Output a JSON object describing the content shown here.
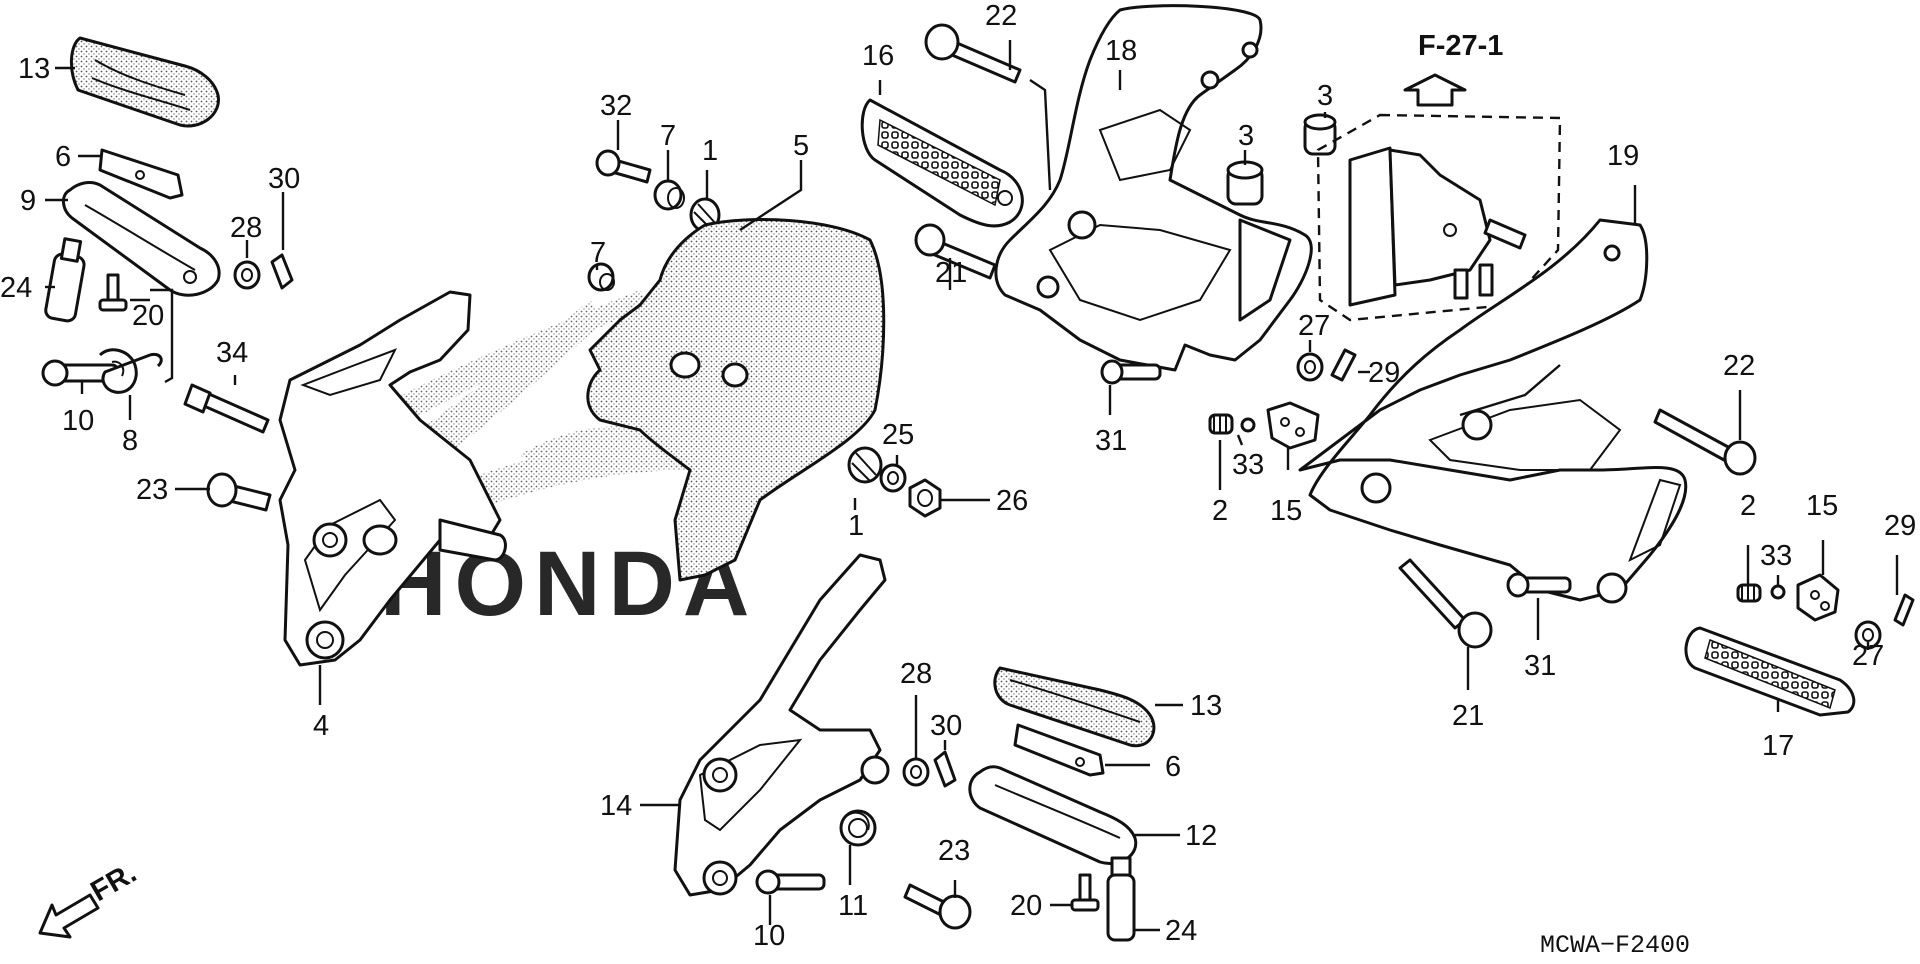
{
  "diagram": {
    "reference": "F-27-1",
    "diagram_code": "MCWA−F2400",
    "direction_label": "FR.",
    "watermark": "HONDA",
    "colors": {
      "line": "#111111",
      "background": "#ffffff",
      "stipple": "#555555"
    },
    "callouts": [
      {
        "id": "c13a",
        "text": "13"
      },
      {
        "id": "c6a",
        "text": "6"
      },
      {
        "id": "c9",
        "text": "9"
      },
      {
        "id": "c24a",
        "text": "24"
      },
      {
        "id": "c20a",
        "text": "20"
      },
      {
        "id": "c28a",
        "text": "28"
      },
      {
        "id": "c30a",
        "text": "30"
      },
      {
        "id": "c10a",
        "text": "10"
      },
      {
        "id": "c8",
        "text": "8"
      },
      {
        "id": "c34",
        "text": "34"
      },
      {
        "id": "c23a",
        "text": "23"
      },
      {
        "id": "c4",
        "text": "4"
      },
      {
        "id": "c32",
        "text": "32"
      },
      {
        "id": "c7a",
        "text": "7"
      },
      {
        "id": "c1a",
        "text": "1"
      },
      {
        "id": "c5",
        "text": "5"
      },
      {
        "id": "c7b",
        "text": "7"
      },
      {
        "id": "c25",
        "text": "25"
      },
      {
        "id": "c1b",
        "text": "1"
      },
      {
        "id": "c26",
        "text": "26"
      },
      {
        "id": "c16",
        "text": "16"
      },
      {
        "id": "c22a",
        "text": "22"
      },
      {
        "id": "c18",
        "text": "18"
      },
      {
        "id": "c21a",
        "text": "21"
      },
      {
        "id": "c31a",
        "text": "31"
      },
      {
        "id": "c3a",
        "text": "3"
      },
      {
        "id": "c3b",
        "text": "3"
      },
      {
        "id": "c27a",
        "text": "27"
      },
      {
        "id": "c29a",
        "text": "29"
      },
      {
        "id": "c33a",
        "text": "33"
      },
      {
        "id": "c2a",
        "text": "2"
      },
      {
        "id": "c15a",
        "text": "15"
      },
      {
        "id": "c19",
        "text": "19"
      },
      {
        "id": "c22b",
        "text": "22"
      },
      {
        "id": "c2b",
        "text": "2"
      },
      {
        "id": "c33b",
        "text": "33"
      },
      {
        "id": "c15b",
        "text": "15"
      },
      {
        "id": "c29b",
        "text": "29"
      },
      {
        "id": "c27b",
        "text": "27"
      },
      {
        "id": "c17",
        "text": "17"
      },
      {
        "id": "c21b",
        "text": "21"
      },
      {
        "id": "c31b",
        "text": "31"
      },
      {
        "id": "c28b",
        "text": "28"
      },
      {
        "id": "c30b",
        "text": "30"
      },
      {
        "id": "c13b",
        "text": "13"
      },
      {
        "id": "c6b",
        "text": "6"
      },
      {
        "id": "c12",
        "text": "12"
      },
      {
        "id": "c14",
        "text": "14"
      },
      {
        "id": "c23b",
        "text": "23"
      },
      {
        "id": "c11",
        "text": "11"
      },
      {
        "id": "c10b",
        "text": "10"
      },
      {
        "id": "c20b",
        "text": "20"
      },
      {
        "id": "c24b",
        "text": "24"
      }
    ]
  }
}
